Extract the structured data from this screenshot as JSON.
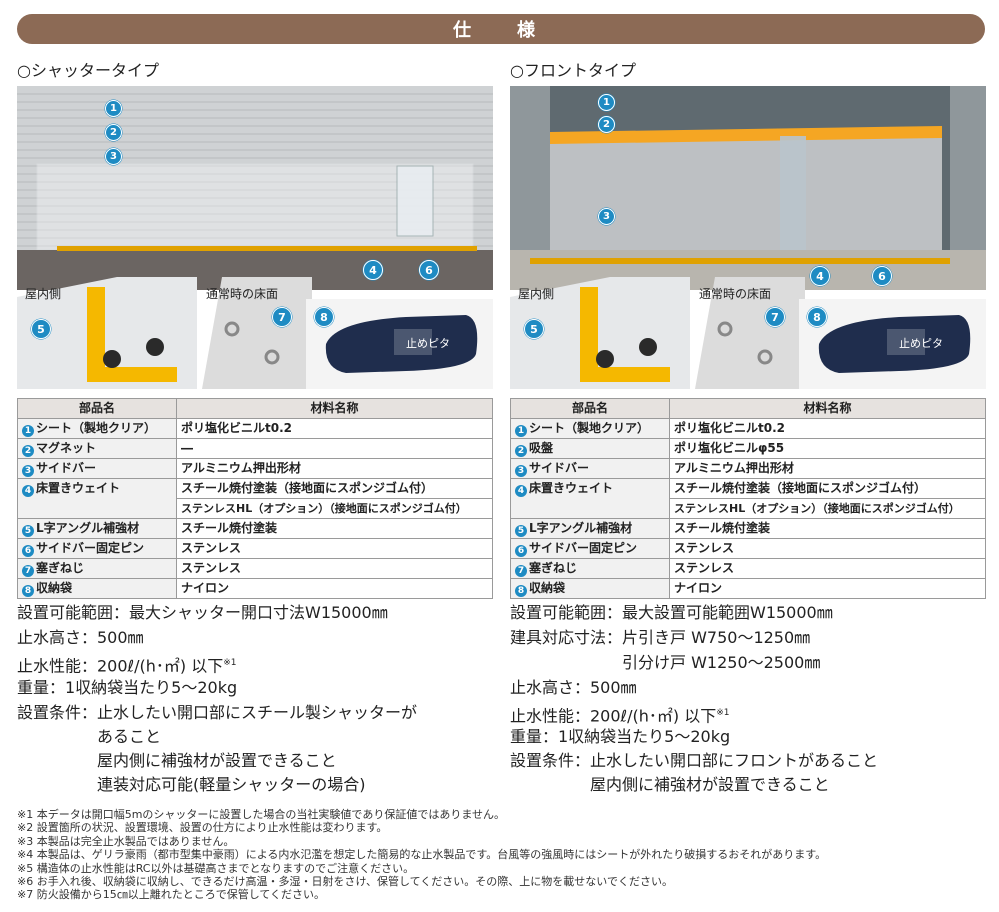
{
  "title": "仕　様",
  "left": {
    "heading": "○シャッタータイプ",
    "label_indoor": "屋内側",
    "label_floor": "通常時の床面",
    "bag_text": "止めピタ",
    "table_header": [
      "部品名",
      "材料名称"
    ],
    "rows": [
      {
        "no": "1",
        "name": "シート（製地クリア）",
        "material": "ポリ塩化ビニルt0.2"
      },
      {
        "no": "2",
        "name": "マグネット",
        "material": "―"
      },
      {
        "no": "3",
        "name": "サイドバー",
        "material": "アルミニウム押出形材"
      },
      {
        "no": "4",
        "name": "床置きウェイト",
        "material": "スチール焼付塗装（接地面にスポンジゴム付）",
        "material2": "ステンレスHL（オプション）（接地面にスポンジゴム付）"
      },
      {
        "no": "5",
        "name": "L字アングル補強材",
        "material": "スチール焼付塗装"
      },
      {
        "no": "6",
        "name": "サイドバー固定ピン",
        "material": "ステンレス"
      },
      {
        "no": "7",
        "name": "塞ぎねじ",
        "material": "ステンレス"
      },
      {
        "no": "8",
        "name": "収納袋",
        "material": "ナイロン"
      }
    ],
    "specs": [
      "設置可能範囲：最大シャッター開口寸法W15000㎜",
      "止水高さ：500㎜",
      "止水性能：200ℓ/(h･㎡) 以下",
      "重量：1収納袋当たり5～20kg",
      "設置条件：止水したい開口部にスチール製シャッターが",
      "　　　　　あること",
      "　　　　　屋内側に補強材が設置できること",
      "　　　　　連装対応可能(軽量シャッターの場合)"
    ],
    "perf_note": "※1"
  },
  "right": {
    "heading": "○フロントタイプ",
    "label_indoor": "屋内側",
    "label_floor": "通常時の床面",
    "bag_text": "止めピタ",
    "table_header": [
      "部品名",
      "材料名称"
    ],
    "rows": [
      {
        "no": "1",
        "name": "シート（製地クリア）",
        "material": "ポリ塩化ビニルt0.2"
      },
      {
        "no": "2",
        "name": "吸盤",
        "material": "ポリ塩化ビニルφ55"
      },
      {
        "no": "3",
        "name": "サイドバー",
        "material": "アルミニウム押出形材"
      },
      {
        "no": "4",
        "name": "床置きウェイト",
        "material": "スチール焼付塗装（接地面にスポンジゴム付）",
        "material2": "ステンレスHL（オプション）（接地面にスポンジゴム付）"
      },
      {
        "no": "5",
        "name": "L字アングル補強材",
        "material": "スチール焼付塗装"
      },
      {
        "no": "6",
        "name": "サイドバー固定ピン",
        "material": "ステンレス"
      },
      {
        "no": "7",
        "name": "塞ぎねじ",
        "material": "ステンレス"
      },
      {
        "no": "8",
        "name": "収納袋",
        "material": "ナイロン"
      }
    ],
    "specs": [
      "設置可能範囲：最大設置可能範囲W15000㎜",
      "建具対応寸法：片引き戸 W750～1250㎜",
      "　　　　　　　引分け戸 W1250～2500㎜",
      "止水高さ：500㎜",
      "止水性能：200ℓ/(h･㎡) 以下",
      "重量：1収納袋当たり5～20kg",
      "設置条件：止水したい開口部にフロントがあること",
      "　　　　　屋内側に補強材が設置できること"
    ],
    "perf_note": "※1"
  },
  "notes": [
    "※1 本データは開口幅5mのシャッターに設置した場合の当社実験値であり保証値ではありません。",
    "※2 設置箇所の状況、設置環境、設置の仕方により止水性能は変わります。",
    "※3 本製品は完全止水製品ではありません。",
    "※4 本製品は、ゲリラ豪雨（都市型集中豪雨）による内水氾濫を想定した簡易的な止水製品です。台風等の強風時にはシートが外れたり破損するおそれがあります。",
    "※5 構造体の止水性能はRC以外は基礎高さまでとなりますのでご注意ください。",
    "※6 お手入れ後、収納袋に収納し、できるだけ高温・多湿・日射をさけ、保管してください。その際、上に物を載せないでください。",
    "※7 防火設備から15㎝以上離れたところで保管してください。"
  ],
  "colors": {
    "title_bar": "#8c6a55",
    "callout": "#1e8bc3",
    "weight_yellow": "#f5b800",
    "bag_navy": "#1f2d4d"
  }
}
